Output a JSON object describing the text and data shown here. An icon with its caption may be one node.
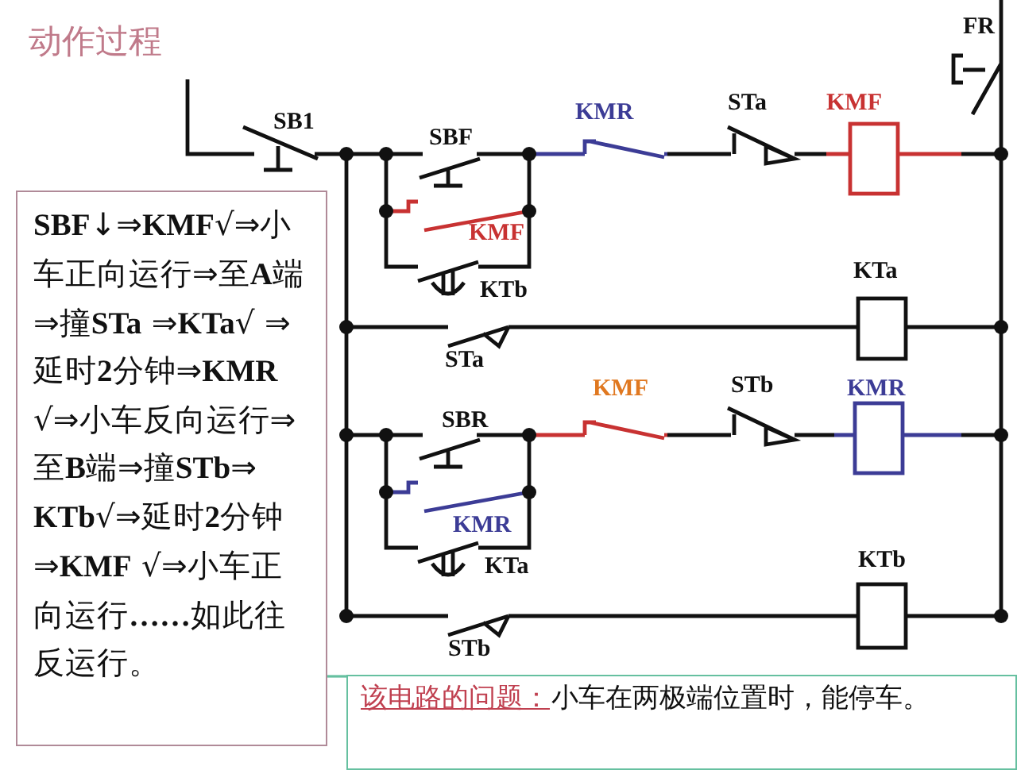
{
  "diagram": {
    "title": "动作过程",
    "nodes": [
      {
        "text": [
          "**SBF**↓⇒**KMF**√⇒小车正向运行⇒至**A**端⇒撞**STa** ⇒**KTa**√ ⇒延时**2**分钟⇒**KMR** √⇒小车反向运行⇒至**B**端⇒撞**STb**⇒ **KTb**√⇒延时**2**分钟⇒**KMF** √⇒小车正向运行**……**如此往反运行。"
        ]
      },
      {
        "text": [
          "该电路的问题：",
          "小车在两极端位置时，能停车。"
        ]
      }
    ],
    "edges": [
      {
        "from": 0,
        "to": 1,
        "arrow": "none",
        "color": "#66c0a0"
      }
    ],
    "labels": [
      "FR",
      "KMR",
      "STa",
      "KMF",
      "SB1",
      "SBF",
      "KMF",
      "KTb",
      "KTa",
      "STa",
      "KMF",
      "STb",
      "KMR",
      "SBR",
      "KMR",
      "KTa",
      "KTb",
      "STb"
    ]
  }
}
